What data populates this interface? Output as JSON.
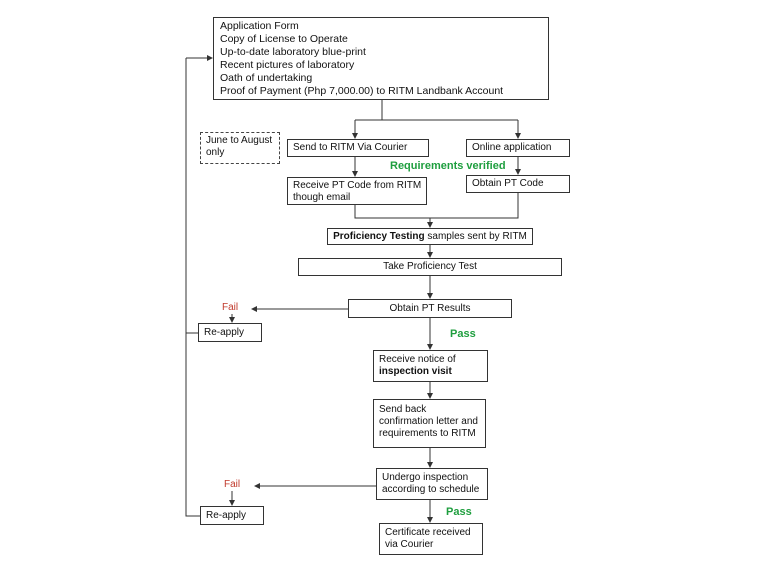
{
  "requirements": {
    "lines": [
      "Application Form",
      "Copy of License to Operate",
      "Up-to-date laboratory blue-print",
      "Recent pictures of laboratory",
      "Oath of undertaking",
      "Proof of Payment (Php 7,000.00)  to RITM Landbank Account"
    ]
  },
  "note": {
    "line1": "June to August",
    "line2": "only"
  },
  "courier": {
    "label": "Send to RITM Via Courier"
  },
  "online": {
    "label": "Online application"
  },
  "verified": {
    "label": "Requirements verified"
  },
  "receive_code": {
    "line1": "Receive PT Code from RITM",
    "line2": "though email"
  },
  "obtain_code": {
    "label": "Obtain PT Code"
  },
  "samples": {
    "bold": "Proficiency Testing",
    "rest": " samples sent by RITM"
  },
  "take_test": {
    "label": "Take Proficiency Test"
  },
  "results": {
    "label": "Obtain PT Results"
  },
  "fail1": {
    "label": "Fail"
  },
  "reapply1": {
    "label": "Re-apply"
  },
  "pass1": {
    "label": "Pass"
  },
  "notice": {
    "line1": "Receive notice of",
    "line2_bold": "inspection visit"
  },
  "send_back": {
    "line1": "Send back",
    "line2": "confirmation letter and",
    "line3": "requirements  to RITM"
  },
  "inspection": {
    "line1": "Undergo inspection",
    "line2": "according to schedule"
  },
  "fail2": {
    "label": "Fail"
  },
  "reapply2": {
    "label": "Re-apply"
  },
  "pass2": {
    "label": "Pass"
  },
  "certificate": {
    "line1": "Certificate received",
    "line2": "via Courier"
  }
}
